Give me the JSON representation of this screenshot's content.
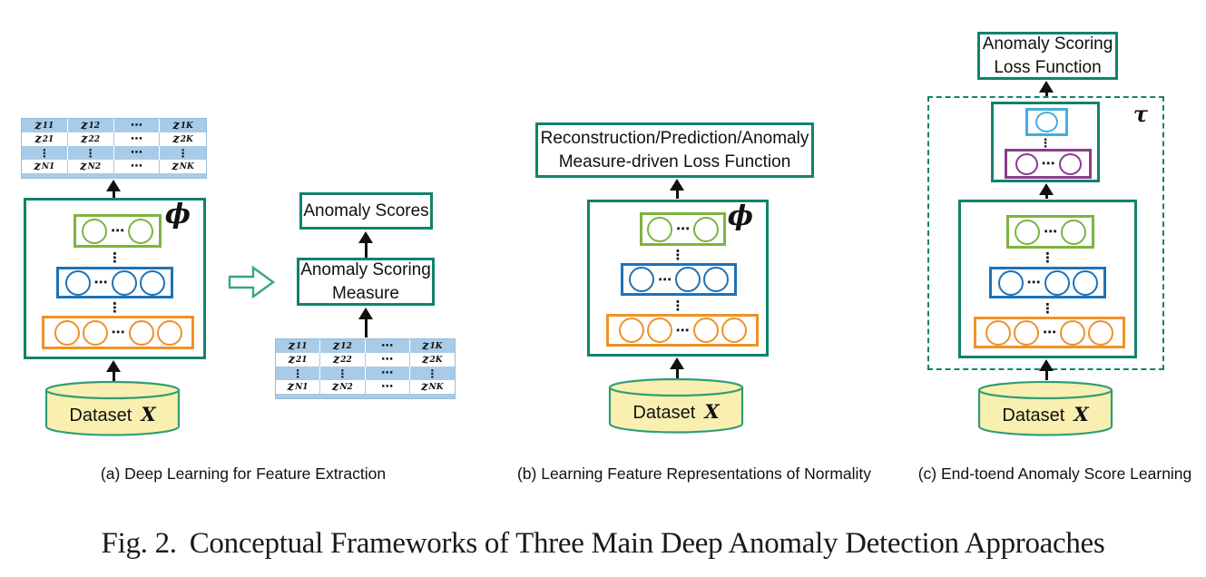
{
  "figure": {
    "caption_prefix": "Fig. 2.",
    "caption": "Conceptual Frameworks of Three Main Deep Anomaly Detection Approaches"
  },
  "glyphs": {
    "hdots": "⋯",
    "vdots": "⋮",
    "phi": "ϕ",
    "tau": "τ"
  },
  "dataset": {
    "label": "Dataset",
    "symbol": "X"
  },
  "feature_matrix": {
    "rows": [
      [
        {
          "b": "z",
          "s": "11"
        },
        {
          "b": "z",
          "s": "12"
        },
        "⋯",
        {
          "b": "z",
          "s": "1K"
        }
      ],
      [
        {
          "b": "z",
          "s": "21"
        },
        {
          "b": "z",
          "s": "22"
        },
        "⋯",
        {
          "b": "z",
          "s": "2K"
        }
      ],
      [
        "⋮",
        "⋮",
        "⋯",
        "⋮"
      ],
      [
        {
          "b": "z",
          "s": "N1"
        },
        {
          "b": "z",
          "s": "N2"
        },
        "⋯",
        {
          "b": "z",
          "s": "NK"
        }
      ]
    ]
  },
  "panel_a": {
    "caption": "(a) Deep Learning for Feature Extraction",
    "anomaly_scores_label": "Anomaly Scores",
    "scoring_measure_line1": "Anomaly Scoring",
    "scoring_measure_line2": "Measure"
  },
  "panel_b": {
    "caption": "(b) Learning Feature Representations of Normality",
    "loss_line1": "Reconstruction/Prediction/Anomaly",
    "loss_line2": "Measure-driven Loss Function"
  },
  "panel_c": {
    "caption": "(c) End-toend Anomaly Score Learning",
    "loss_line1": "Anomaly Scoring",
    "loss_line2": "Loss Function"
  },
  "colors": {
    "teal": "#12826c",
    "green": "#7cb43e",
    "blue": "#1d72b8",
    "orange": "#ef9227",
    "purple": "#883d8f",
    "sky": "#45aede",
    "table_blue": "#a8cbe8",
    "table_border": "#93bedd",
    "cylinder_fill": "#f9efb0",
    "cylinder_stroke": "#2f9e74",
    "arrow_green": "#36a877"
  }
}
